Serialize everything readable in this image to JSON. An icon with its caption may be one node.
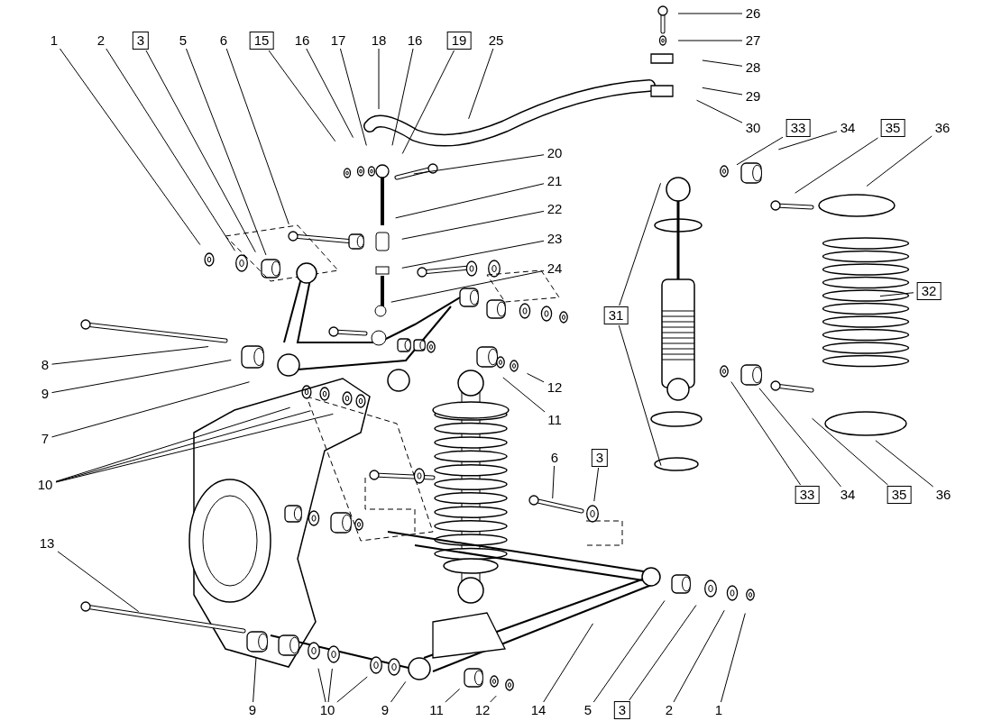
{
  "diagram": {
    "nodes": [
      {
        "text": [
          "26"
        ]
      },
      {
        "text": [
          "1"
        ]
      },
      {
        "text": [
          "2"
        ]
      },
      {
        "text": [
          "3"
        ]
      },
      {
        "text": [
          "5"
        ]
      },
      {
        "text": [
          "6"
        ]
      },
      {
        "text": [
          "15"
        ]
      },
      {
        "text": [
          "16"
        ]
      },
      {
        "text": [
          "17"
        ]
      },
      {
        "text": [
          "18"
        ]
      },
      {
        "text": [
          "16"
        ]
      },
      {
        "text": [
          "19"
        ]
      },
      {
        "text": [
          "25"
        ]
      },
      {
        "text": [
          "27"
        ]
      },
      {
        "text": [
          "28"
        ]
      },
      {
        "text": [
          "29"
        ]
      },
      {
        "text": [
          "30"
        ]
      },
      {
        "text": [
          "33"
        ]
      },
      {
        "text": [
          "34"
        ]
      },
      {
        "text": [
          "35"
        ]
      },
      {
        "text": [
          "36"
        ]
      },
      {
        "text": [
          "20"
        ]
      },
      {
        "text": [
          "21"
        ]
      },
      {
        "text": [
          "22"
        ]
      },
      {
        "text": [
          "23"
        ]
      },
      {
        "text": [
          "24"
        ]
      },
      {
        "text": [
          "32"
        ]
      },
      {
        "text": [
          "31"
        ]
      },
      {
        "text": [
          "8"
        ]
      },
      {
        "text": [
          "9"
        ]
      },
      {
        "text": [
          "12"
        ]
      },
      {
        "text": [
          "11"
        ]
      },
      {
        "text": [
          "7"
        ]
      },
      {
        "text": [
          "6"
        ]
      },
      {
        "text": [
          "3"
        ]
      },
      {
        "text": [
          "10"
        ]
      },
      {
        "text": [
          "33"
        ]
      },
      {
        "text": [
          "34"
        ]
      },
      {
        "text": [
          "35"
        ]
      },
      {
        "text": [
          "36"
        ]
      },
      {
        "text": [
          "13"
        ]
      },
      {
        "text": [
          "9"
        ]
      },
      {
        "text": [
          "10"
        ]
      },
      {
        "text": [
          "9"
        ]
      },
      {
        "text": [
          "11"
        ]
      },
      {
        "text": [
          "12"
        ]
      },
      {
        "text": [
          "14"
        ]
      },
      {
        "text": [
          "5"
        ]
      },
      {
        "text": [
          "3"
        ]
      },
      {
        "text": [
          "2"
        ]
      },
      {
        "text": [
          "1"
        ]
      }
    ],
    "edges": [
      {
        "from": 1,
        "to": null,
        "arrow": "none"
      },
      {
        "from": 2,
        "to": null,
        "arrow": "none"
      },
      {
        "from": 3,
        "to": null,
        "arrow": "none"
      },
      {
        "from": 4,
        "to": null,
        "arrow": "none"
      },
      {
        "from": 5,
        "to": null,
        "arrow": "none"
      },
      {
        "from": 6,
        "to": null,
        "arrow": "none"
      },
      {
        "from": 7,
        "to": null,
        "arrow": "none"
      },
      {
        "from": 8,
        "to": null,
        "arrow": "none"
      },
      {
        "from": 9,
        "to": null,
        "arrow": "none"
      },
      {
        "from": 10,
        "to": null,
        "arrow": "none"
      },
      {
        "from": 11,
        "to": null,
        "arrow": "none"
      },
      {
        "from": 12,
        "to": null,
        "arrow": "none"
      },
      {
        "from": 0,
        "to": null,
        "arrow": "none"
      },
      {
        "from": 13,
        "to": null,
        "arrow": "none"
      },
      {
        "from": 14,
        "to": null,
        "arrow": "none"
      },
      {
        "from": 15,
        "to": null,
        "arrow": "none"
      },
      {
        "from": 16,
        "to": null,
        "arrow": "none"
      },
      {
        "from": 17,
        "to": null,
        "arrow": "none"
      },
      {
        "from": 18,
        "to": null,
        "arrow": "none"
      },
      {
        "from": 19,
        "to": null,
        "arrow": "none"
      },
      {
        "from": 20,
        "to": null,
        "arrow": "none"
      },
      {
        "from": 21,
        "to": null,
        "arrow": "none"
      },
      {
        "from": 22,
        "to": null,
        "arrow": "none"
      },
      {
        "from": 23,
        "to": null,
        "arrow": "none"
      },
      {
        "from": 24,
        "to": null,
        "arrow": "none"
      },
      {
        "from": 25,
        "to": null,
        "arrow": "none"
      },
      {
        "from": 26,
        "to": null,
        "arrow": "none"
      },
      {
        "from": 27,
        "to": null,
        "arrow": "none"
      },
      {
        "from": 27,
        "to": null,
        "arrow": "none"
      },
      {
        "from": 28,
        "to": null,
        "arrow": "none"
      },
      {
        "from": 29,
        "to": null,
        "arrow": "none"
      },
      {
        "from": 30,
        "to": null,
        "arrow": "none"
      },
      {
        "from": 31,
        "to": null,
        "arrow": "none"
      },
      {
        "from": 32,
        "to": null,
        "arrow": "none"
      },
      {
        "from": 33,
        "to": null,
        "arrow": "none"
      },
      {
        "from": 34,
        "to": null,
        "arrow": "none"
      },
      {
        "from": 35,
        "to": null,
        "arrow": "none"
      },
      {
        "from": 35,
        "to": null,
        "arrow": "none"
      },
      {
        "from": 35,
        "to": null,
        "arrow": "none"
      },
      {
        "from": 36,
        "to": null,
        "arrow": "none"
      },
      {
        "from": 37,
        "to": null,
        "arrow": "none"
      },
      {
        "from": 38,
        "to": null,
        "arrow": "none"
      },
      {
        "from": 39,
        "to": null,
        "arrow": "none"
      },
      {
        "from": 40,
        "to": null,
        "arrow": "none"
      },
      {
        "from": 41,
        "to": null,
        "arrow": "none"
      },
      {
        "from": 42,
        "to": null,
        "arrow": "none"
      },
      {
        "from": 42,
        "to": null,
        "arrow": "none"
      },
      {
        "from": 42,
        "to": null,
        "arrow": "none"
      },
      {
        "from": 43,
        "to": null,
        "arrow": "none"
      },
      {
        "from": 44,
        "to": null,
        "arrow": "none"
      },
      {
        "from": 45,
        "to": null,
        "arrow": "none"
      },
      {
        "from": 46,
        "to": null,
        "arrow": "none"
      },
      {
        "from": 47,
        "to": null,
        "arrow": "none"
      },
      {
        "from": 48,
        "to": null,
        "arrow": "none"
      },
      {
        "from": 49,
        "to": null,
        "arrow": "none"
      },
      {
        "from": 50,
        "to": null,
        "arrow": "none"
      }
    ]
  }
}
